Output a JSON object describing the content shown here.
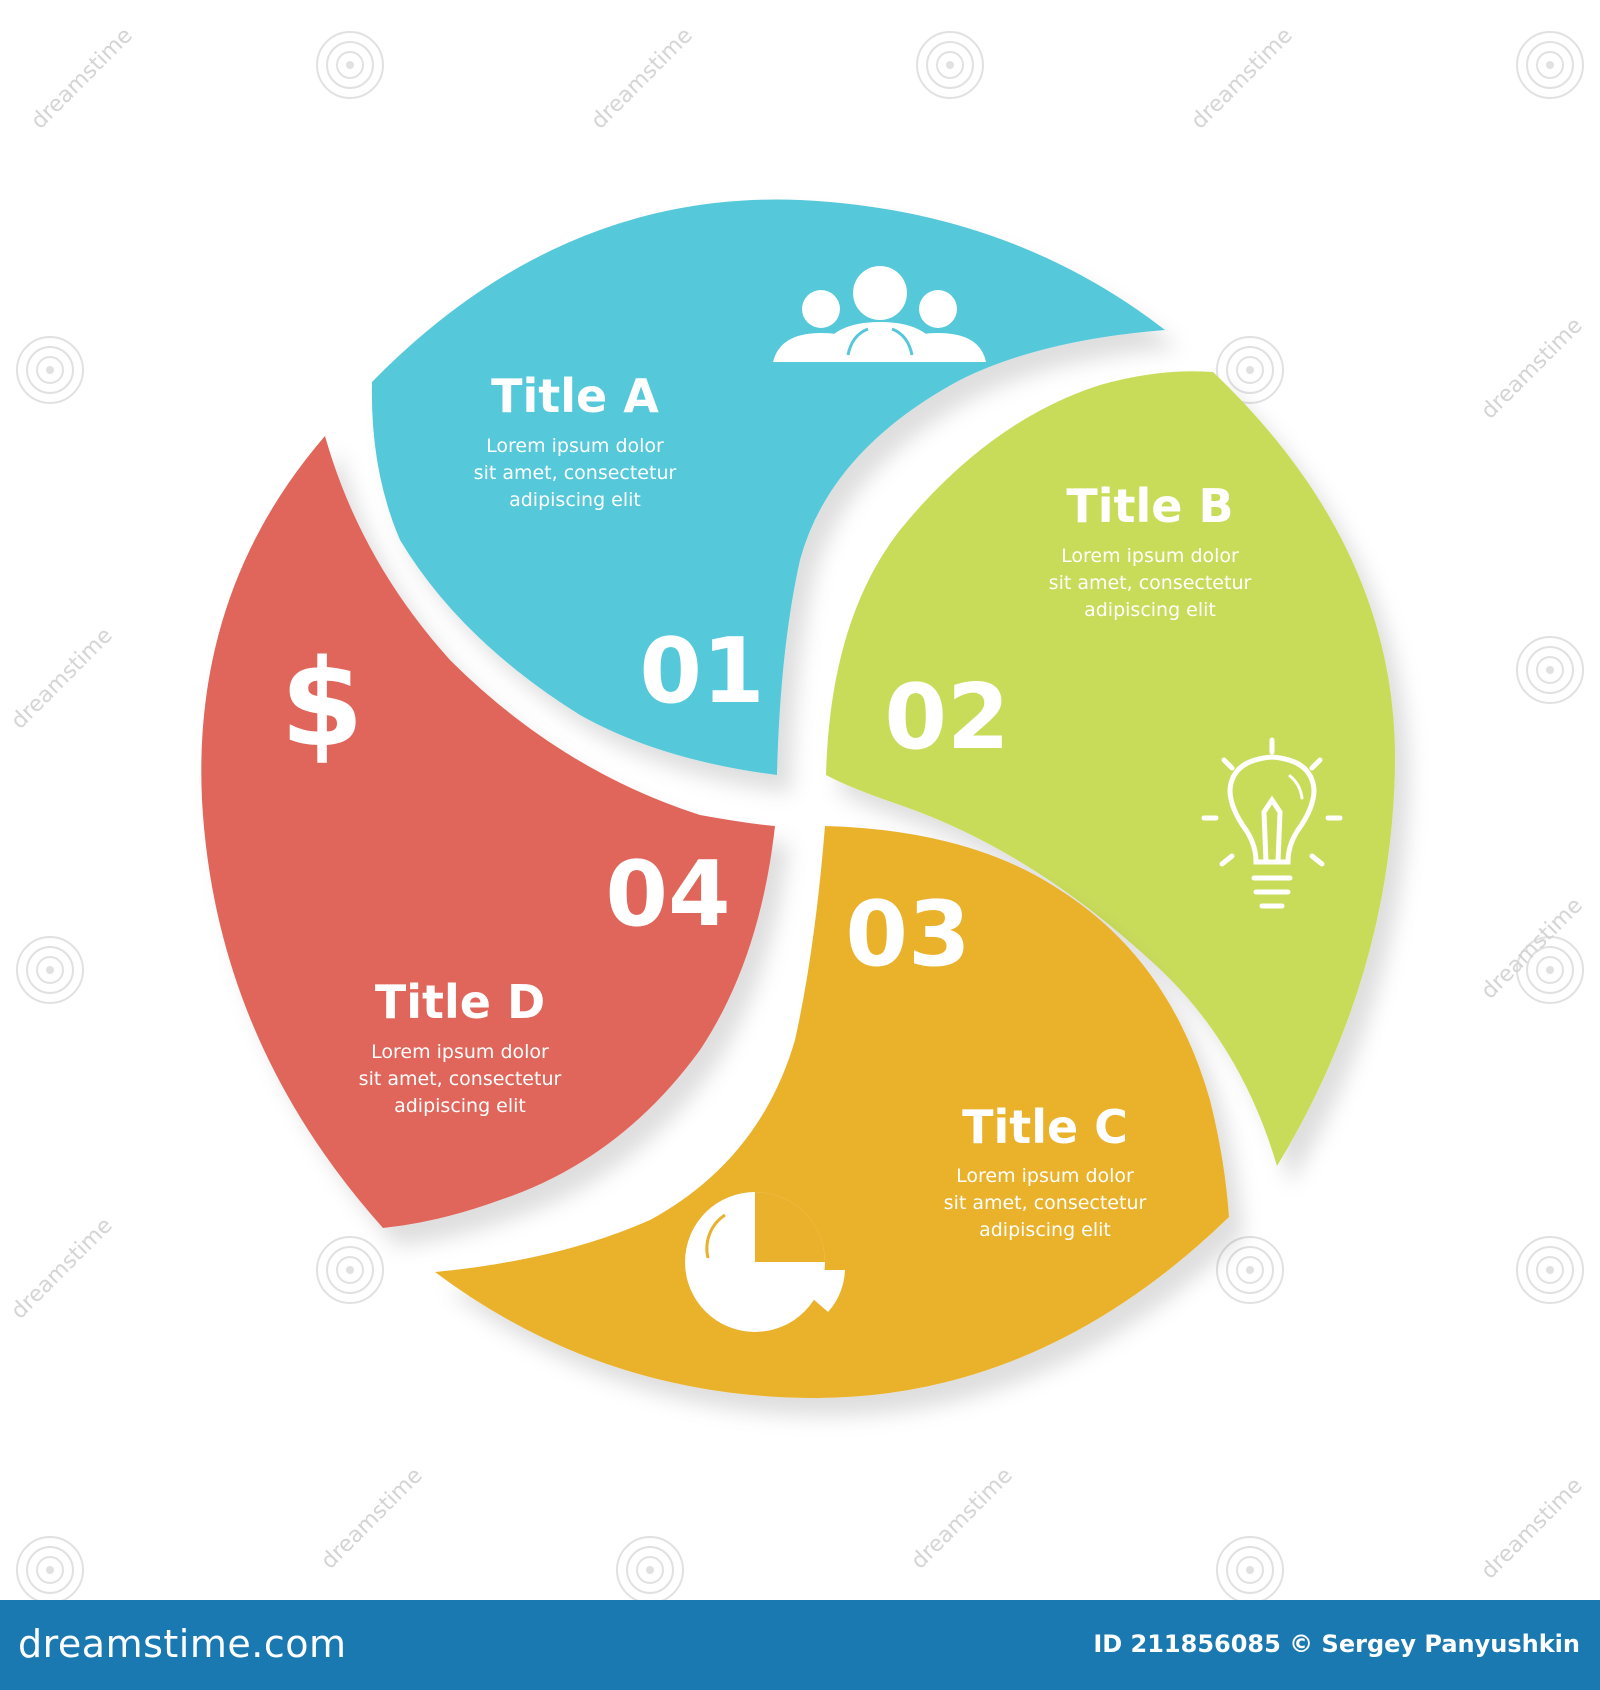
{
  "segments": [
    {
      "id": "a",
      "number": "01",
      "title": "Title A",
      "body": [
        "Lorem ipsum dolor",
        "sit amet, consectetur",
        "adipiscing elit"
      ],
      "color": "#55c8da",
      "icon": "people-icon"
    },
    {
      "id": "b",
      "number": "02",
      "title": "Title B",
      "body": [
        "Lorem ipsum dolor",
        "sit amet, consectetur",
        "adipiscing elit"
      ],
      "color": "#c9dc5a",
      "icon": "lightbulb-icon"
    },
    {
      "id": "c",
      "number": "03",
      "title": "Title C",
      "body": [
        "Lorem ipsum dolor",
        "sit amet, consectetur",
        "adipiscing elit"
      ],
      "color": "#eab12c",
      "icon": "pie-chart-icon"
    },
    {
      "id": "d",
      "number": "04",
      "title": "Title D",
      "body": [
        "Lorem ipsum dolor",
        "sit amet, consectetur",
        "adipiscing elit"
      ],
      "color": "#e0655a",
      "icon": "dollar-icon"
    }
  ],
  "watermark": {
    "text": "dreamstime",
    "brand": "dreamstime.com",
    "credit": "ID 211856085 © Sergey Panyushkin"
  },
  "footer_color": "#1a79b0"
}
